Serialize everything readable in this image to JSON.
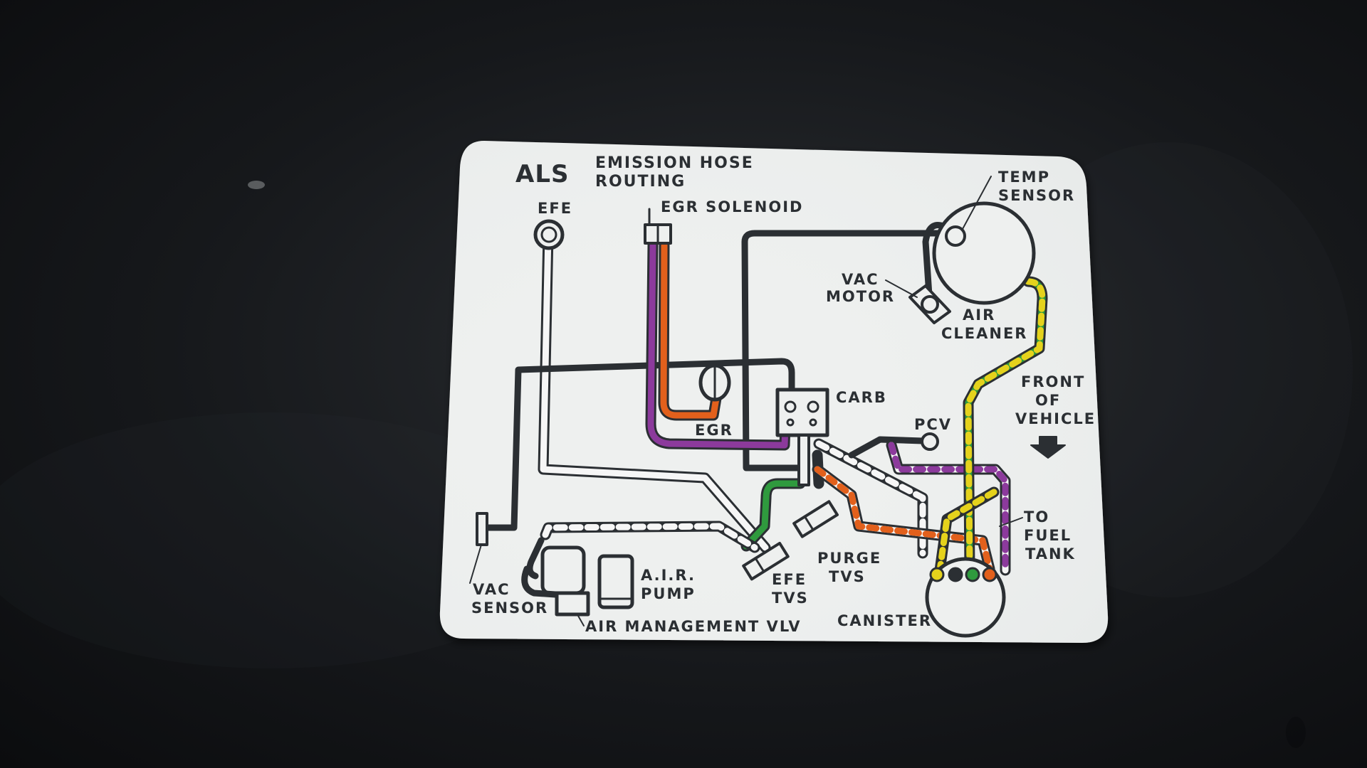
{
  "label": {
    "code": "ALS",
    "title_line1": "EMISSION HOSE",
    "title_line2": "ROUTING",
    "parts": {
      "efe": "EFE",
      "egr_solenoid": "EGR SOLENOID",
      "temp_sensor_1": "TEMP",
      "temp_sensor_2": "SENSOR",
      "vac_motor_1": "VAC",
      "vac_motor_2": "MOTOR",
      "air_cleaner_1": "AIR",
      "air_cleaner_2": "CLEANER",
      "front_1": "FRONT",
      "front_2": "OF",
      "front_3": "VEHICLE",
      "carb": "CARB",
      "egr": "EGR",
      "pcv": "PCV",
      "to_fuel_tank_1": "TO",
      "to_fuel_tank_2": "FUEL",
      "to_fuel_tank_3": "TANK",
      "purge_tvs_1": "PURGE",
      "purge_tvs_2": "TVS",
      "efe_tvs_1": "EFE",
      "efe_tvs_2": "TVS",
      "air_pump_1": "A.I.R.",
      "air_pump_2": "PUMP",
      "vac_sensor_1": "VAC",
      "vac_sensor_2": "SENSOR",
      "air_management_vlv": "AIR MANAGEMENT VLV",
      "canister": "CANISTER"
    }
  },
  "colors": {
    "background": "#16181b",
    "label": "#eef0ef",
    "ink": "#2b2f33",
    "purple": "#8c3a9c",
    "orange": "#e2601c",
    "green": "#2f9a3e",
    "yellow": "#e5d21c",
    "gray_white": "#f6f6f6"
  }
}
